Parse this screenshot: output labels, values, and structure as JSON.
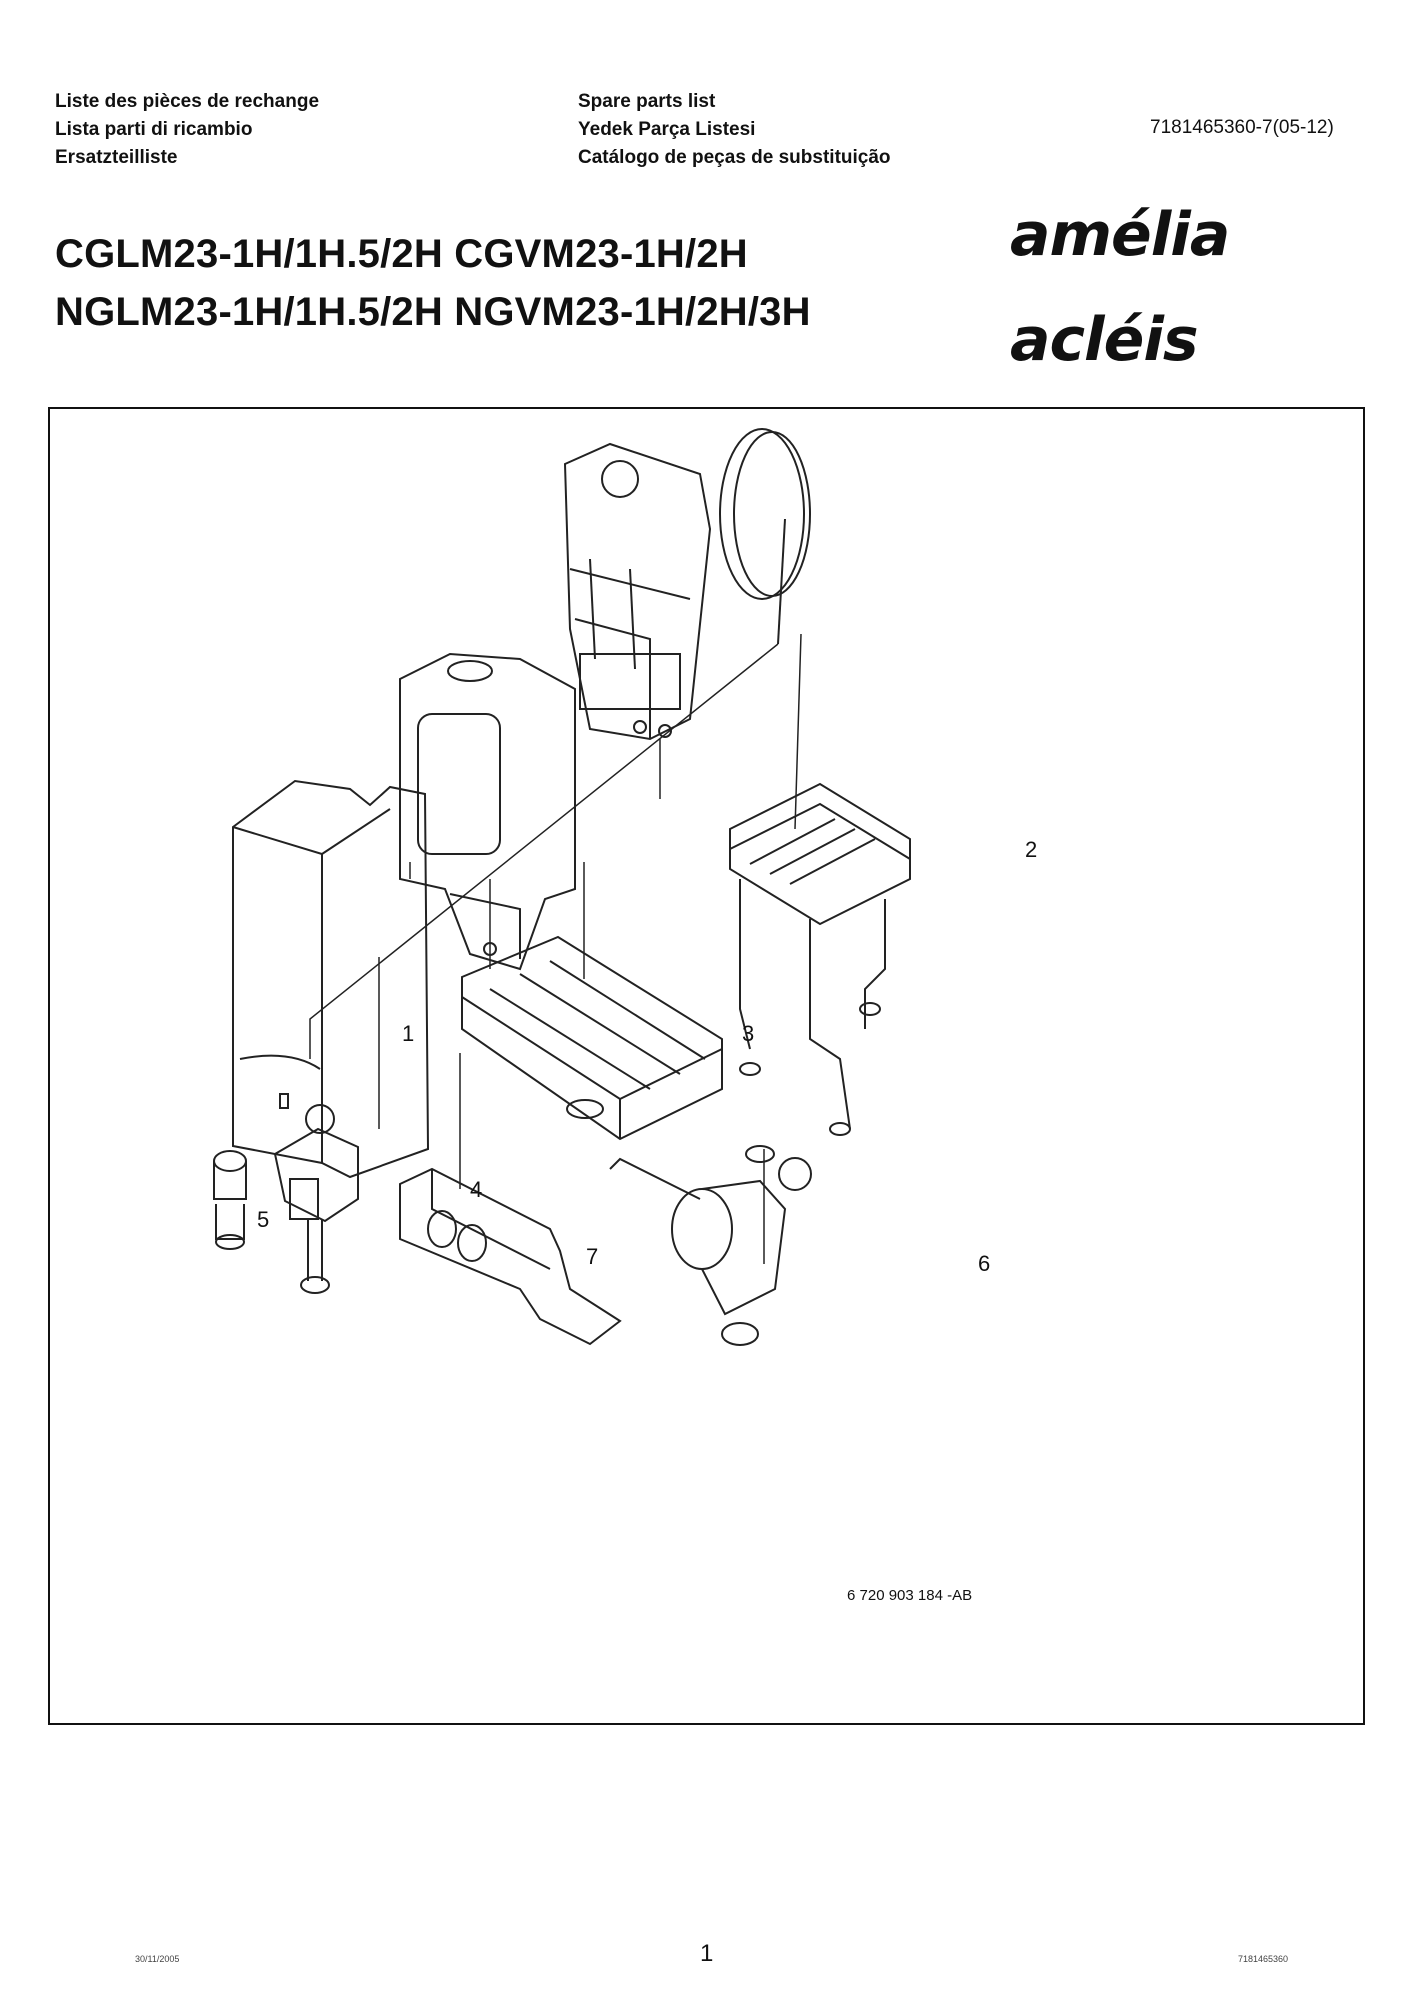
{
  "header": {
    "left_lines": [
      "Liste des pièces de rechange",
      "Lista parti di ricambio",
      "Ersatzteilliste"
    ],
    "mid_lines": [
      "Spare parts list",
      "Yedek Parça Listesi",
      "Catálogo de peças de substituição"
    ],
    "doc_code": "7181465360-7(05-12)"
  },
  "models": [
    "CGLM23-1H/1H.5/2H CGVM23-1H/2H",
    "NGLM23-1H/1H.5/2H NGVM23-1H/2H/3H"
  ],
  "brands": [
    "amélia",
    "acléis"
  ],
  "figure": {
    "callouts": {
      "c1": "1",
      "c2": "2",
      "c3": "3",
      "c4": "4",
      "c5": "5",
      "c6": "6",
      "c7": "7"
    },
    "reference": "6 720 903 184 -AB"
  },
  "footer": {
    "date": "30/11/2005",
    "page": "1",
    "doc_number": "7181465360"
  }
}
